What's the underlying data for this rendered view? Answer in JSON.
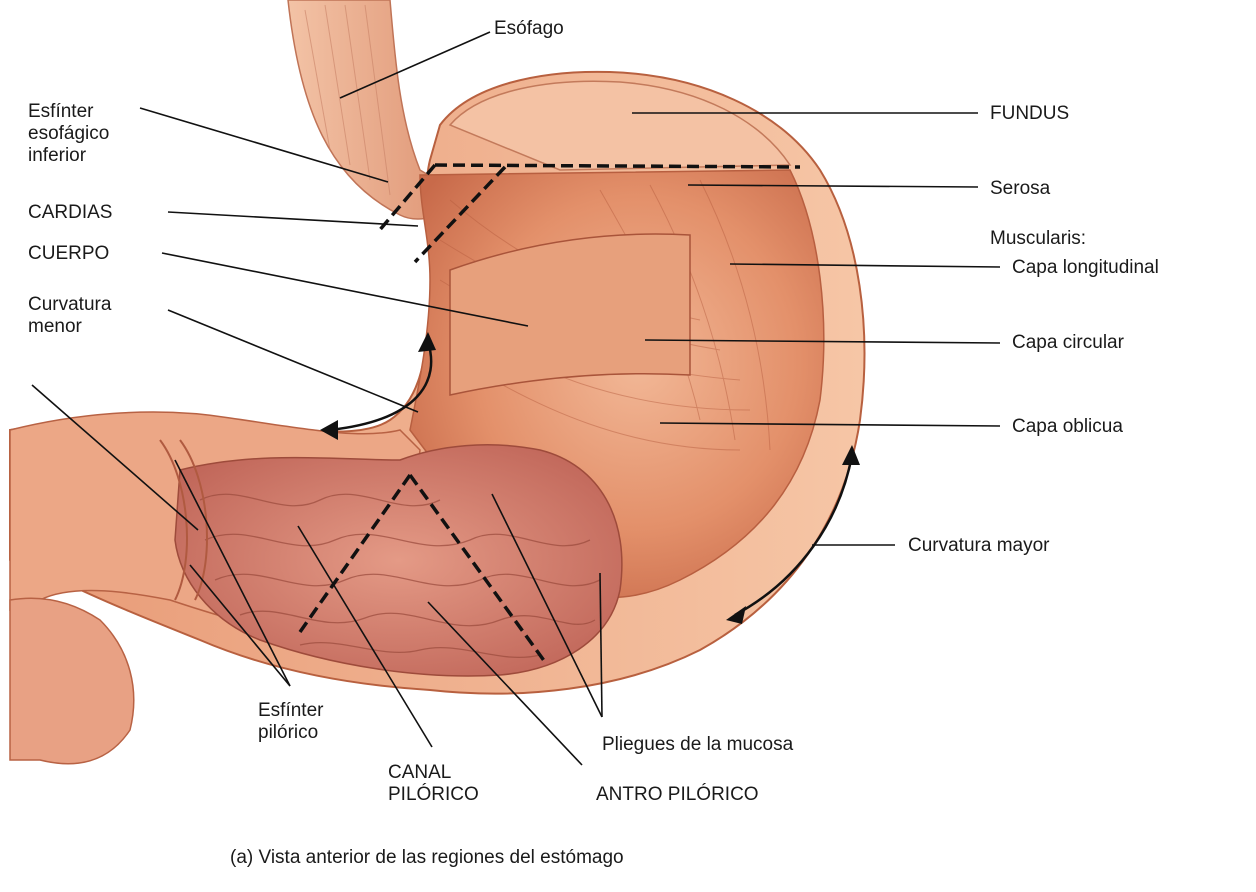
{
  "labels": {
    "esofago": "Esófago",
    "esfinter_esofagico": "Esfínter esofágico inferior",
    "cardias": "CARDIAS",
    "cuerpo": "CUERPO",
    "curvatura_menor": "Curvatura menor",
    "fundus": "FUNDUS",
    "serosa": "Serosa",
    "muscularis": "Muscularis:",
    "capa_longitudinal": "Capa longitudinal",
    "capa_circular": "Capa circular",
    "capa_oblicua": "Capa oblicua",
    "curvatura_mayor": "Curvatura mayor",
    "esfinter_pilorico": "Esfínter pilórico",
    "canal_pilorico": "CANAL PILÓRICO",
    "antro_pilorico": "ANTRO PILÓRICO",
    "pliegues": "Pliegues de la mucosa"
  },
  "caption": "(a) Vista anterior de las regiones del estómago",
  "colors": {
    "tissue_light": "#f2b792",
    "tissue_mid": "#e08d66",
    "tissue_dark": "#c3674a",
    "mucosa": "#d37f6a",
    "leader": "#111111"
  }
}
